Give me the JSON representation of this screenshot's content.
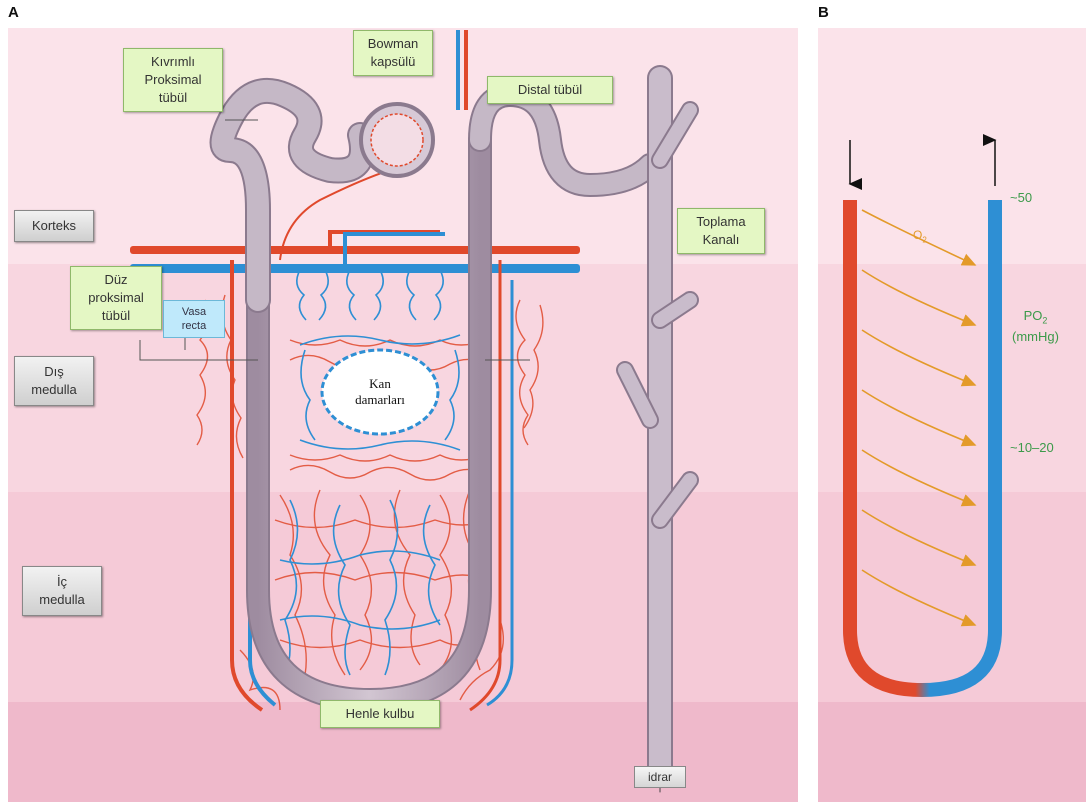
{
  "panels": {
    "a": "A",
    "b": "B"
  },
  "zones": {
    "korteks": "Korteks",
    "dis_medulla": "Dış\nmedulla",
    "ic_medulla": "İç\nmedulla"
  },
  "structures": {
    "kivrimli_proksimal": "Kıvrımlı\nProksimal\ntübül",
    "bowman": "Bowman\nkapsülü",
    "distal": "Distal tübül",
    "toplama": "Toplama\nKanalı",
    "duz_proksimal": "Düz\nproksimal\ntübül",
    "vasa_recta": "Vasa\nrecta",
    "kan_damarlari": "Kan\ndamarları",
    "henle": "Henle kulbu",
    "idrar": "idrar"
  },
  "panel_b": {
    "po2_top": "~50",
    "po2_mid": "~10–20",
    "po2_label": "PO",
    "po2_sub": "2",
    "po2_unit": "(mmHg)",
    "o2_label": "O",
    "o2_sub": "2"
  },
  "colors": {
    "artery": "#e0492c",
    "vein": "#2e8fd4",
    "tubule": "#b7a5b6",
    "o2_arrow": "#e39a2a",
    "label_green_bg": "#e4f7c4",
    "po2_text": "#3c9a4a"
  }
}
